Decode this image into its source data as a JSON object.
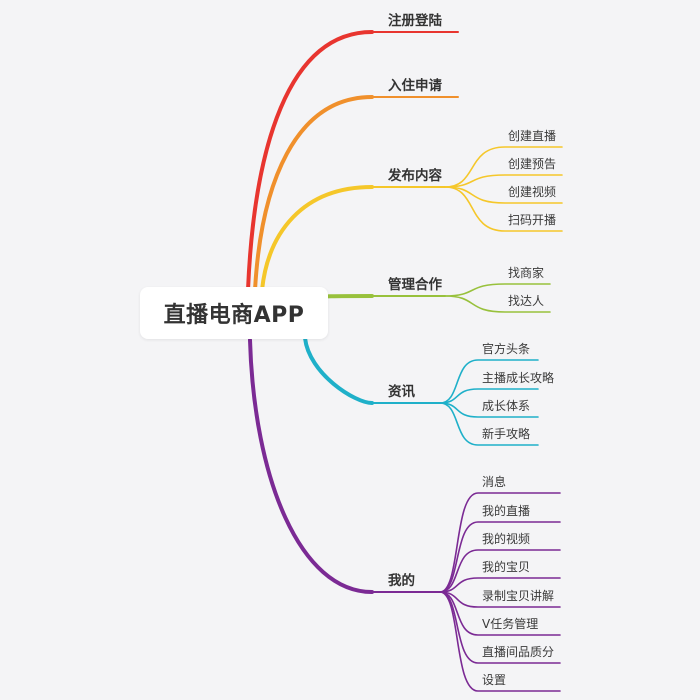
{
  "root": {
    "label": "直播电商APP"
  },
  "branches": [
    {
      "key": "register",
      "label": "注册登陆",
      "color": "#e8352f",
      "children": []
    },
    {
      "key": "apply",
      "label": "入住申请",
      "color": "#f0902c",
      "children": []
    },
    {
      "key": "publish",
      "label": "发布内容",
      "color": "#f5c72a",
      "children": [
        "创建直播",
        "创建预告",
        "创建视频",
        "扫码开播"
      ]
    },
    {
      "key": "manage",
      "label": "管理合作",
      "color": "#98c13c",
      "children": [
        "找商家",
        "找达人"
      ]
    },
    {
      "key": "news",
      "label": "资讯",
      "color": "#1fb0c9",
      "children": [
        "官方头条",
        "主播成长攻略",
        "成长体系",
        "新手攻略"
      ]
    },
    {
      "key": "mine",
      "label": "我的",
      "color": "#7b2a94",
      "children": [
        "消息",
        "我的直播",
        "我的视频",
        "我的宝贝",
        "录制宝贝讲解",
        "V任务管理",
        "直播间品质分",
        "设置"
      ]
    }
  ]
}
